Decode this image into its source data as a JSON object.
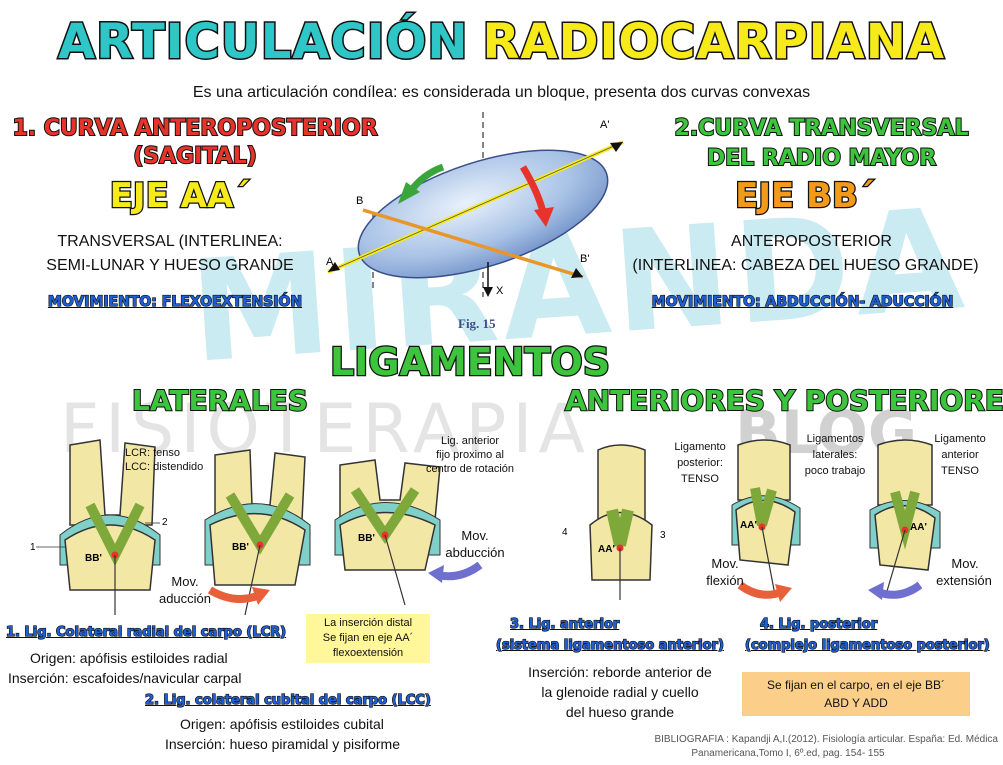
{
  "title": {
    "part1": "ARTICULACIÓN",
    "part2": "RADIOCARPIANA"
  },
  "subtitle": "Es una articulación condílea: es considerada un  bloque, presenta dos curvas convexas",
  "left_axis": {
    "heading_line1": "1. CURVA ANTEROPOSTERIOR",
    "heading_line2": "(SAGITAL)",
    "axis": "EJE AA´",
    "desc_line1": "TRANSVERSAL  (INTERLINEA:",
    "desc_line2": "SEMI-LUNAR Y HUESO GRANDE",
    "movement": "MOVIMIENTO: FLEXOEXTENSIÓN"
  },
  "right_axis": {
    "heading_line1": "2.CURVA TRANSVERSAL",
    "heading_line2": "DEL RADIO MAYOR",
    "axis": "EJE BB´",
    "desc_line1": "ANTEROPOSTERIOR",
    "desc_line2": "(INTERLINEA: CABEZA DEL HUESO GRANDE)",
    "movement": "MOVIMIENTO: ABDUCCIÓN- ADUCCIÓN"
  },
  "figure": {
    "caption": "Fig. 15",
    "labels": {
      "a": "A",
      "a_prime": "A'",
      "b": "B",
      "b_prime": "B'",
      "x": "X"
    }
  },
  "watermark": {
    "main": "MIRANDA",
    "sub": "FISIOTERAPIA",
    "blog": "BLOG"
  },
  "ligamentos_title": "LIGAMENTOS",
  "laterales": {
    "heading": "LATERALES",
    "note_lcr": "LCR: tenso",
    "note_lcc": "LCC: distendido",
    "note_anterior": [
      "Lig. anterior",
      "fijo proximo al",
      "centro de rotación"
    ],
    "mov_abduccion": [
      "Mov.",
      "abducción"
    ],
    "mov_aduccion": [
      "Mov.",
      "aducción"
    ],
    "bb_label": "BB'",
    "num1": "1",
    "num2": "2",
    "lig1_title": "1. Lig. Colateral radial del carpo (LCR)",
    "lig1_origen": "Origen: apófisis estiloides radial",
    "lig1_insercion": "Inserción: escafoides/navicular carpal",
    "note_box": [
      "La inserción distal",
      "Se fijan en eje AA´",
      "flexoextensión"
    ],
    "lig2_title": "2. Lig. colateral cubital del carpo (LCC)",
    "lig2_origen": "Origen: apófisis estiloides cubital",
    "lig2_insercion": "Inserción: hueso piramidal y pisiforme"
  },
  "ant_post": {
    "heading": "ANTERIORES Y POSTERIORES",
    "note_posterior": [
      "Ligamento",
      "posterior:",
      "TENSO"
    ],
    "note_laterales": [
      "Ligamentos",
      "laterales:",
      "poco trabajo"
    ],
    "note_anterior": [
      "Ligamento",
      "anterior",
      "TENSO"
    ],
    "mov_flexion": [
      "Mov.",
      "flexión"
    ],
    "mov_extension": [
      "Mov.",
      "extensión"
    ],
    "aa_label": "AA'",
    "num3": "3",
    "num4": "4",
    "lig3_title": "3. Lig. anterior",
    "lig3_sub": "(sistema ligamentoso anterior)",
    "lig3_insercion": [
      "Inserción: reborde anterior de",
      "la glenoide radial  y cuello",
      "del hueso grande"
    ],
    "lig4_title": "4. Lig. posterior",
    "lig4_sub": "(complejo ligamentoso posterior)",
    "note_box": [
      "Se fijan en el carpo, en el eje BB´",
      "ABD Y ADD"
    ]
  },
  "bibliography": [
    "BIBLIOGRAFIA : Kapandji A,I.(2012). Fisiología articular. España: Ed. Médica",
    "Panamericana,Tomo I, 6º.ed, pag. 154- 155"
  ],
  "colors": {
    "teal": "#2ec6c6",
    "yellow": "#f7ea1a",
    "red": "#e8332a",
    "green": "#3cc43c",
    "orange": "#f39a1a",
    "blue": "#1f5fd6",
    "bone": "#f3e7a6",
    "ligament": "#7fa83a",
    "cartilage": "#7fd0c8"
  }
}
